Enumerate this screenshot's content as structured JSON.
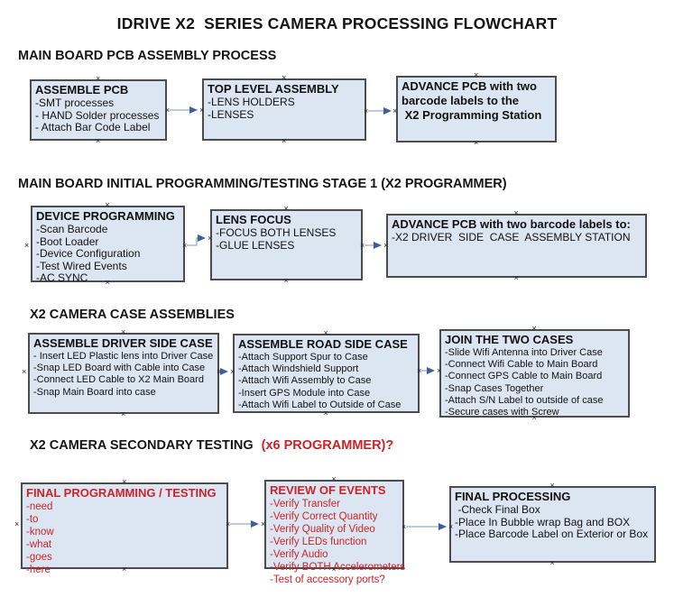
{
  "title": "IDRIVE X2  SERIES CAMERA PROCESSING FLOWCHART",
  "colors": {
    "box_fill": "#dce6f2",
    "box_border": "#4c4c4c",
    "red_text": "#cc2328",
    "arrow_line": "#9aabc8",
    "arrow_head": "#3e5e9e",
    "text": "#151515",
    "background": "#ffffff"
  },
  "sections": {
    "s1": {
      "heading": "MAIN BOARD PCB ASSEMBLY PROCESS"
    },
    "s2": {
      "heading": "MAIN BOARD INITIAL PROGRAMMING/TESTING STAGE 1 (X2 PROGRAMMER)"
    },
    "s3": {
      "heading": "X2 CAMERA CASE ASSEMBLIES"
    },
    "s4": {
      "heading": "X2 CAMERA SECONDARY TESTING",
      "heading_red": "(x6 PROGRAMMER)?"
    }
  },
  "boxes": {
    "b1": {
      "title": "ASSEMBLE PCB",
      "lines": [
        "-SMT processes",
        "- HAND Solder processes",
        "- Attach Bar Code Label"
      ]
    },
    "b2": {
      "title": "TOP LEVEL ASSEMBLY",
      "lines": [
        "-LENS HOLDERS",
        "-LENSES"
      ]
    },
    "b3": {
      "title": "",
      "lines": [
        "ADVANCE PCB with two",
        "barcode labels to the",
        " X2 Programming Station"
      ]
    },
    "b4": {
      "title": "DEVICE PROGRAMMING",
      "lines": [
        "-Scan Barcode",
        "-Boot Loader",
        "-Device Configuration",
        "-Test Wired Events",
        "-AC SYNC"
      ]
    },
    "b5": {
      "title": "LENS FOCUS",
      "lines": [
        "-FOCUS BOTH LENSES",
        "-GLUE LENSES"
      ]
    },
    "b6": {
      "title": "ADVANCE PCB with two barcode labels to:",
      "lines": [
        "-X2 DRIVER  SIDE  CASE  ASSEMBLY STATION"
      ]
    },
    "b7": {
      "title": "ASSEMBLE DRIVER SIDE CASE",
      "lines": [
        "- Insert LED Plastic lens into Driver Case",
        "-Snap LED Board with Cable into Case",
        "-Connect LED Cable to X2 Main Board",
        "-Snap Main Board into case"
      ]
    },
    "b8": {
      "title": "ASSEMBLE ROAD SIDE CASE",
      "lines": [
        "-Attach Support Spur to Case",
        "-Attach Windshield Support",
        "-Attach Wifi Assembly to Case",
        "-Insert GPS Module into Case",
        "-Attach Wifi Label to Outside of Case"
      ]
    },
    "b9": {
      "title": "JOIN THE TWO CASES",
      "lines": [
        "-Slide Wifi Antenna into Driver Case",
        "-Connect Wifi Cable to Main Board",
        "-Connect GPS Cable to Main Board",
        "-Snap Cases Together",
        "-Attach S/N Label to outside of case",
        "-Secure cases with Screw"
      ]
    },
    "b10": {
      "title": "FINAL PROGRAMMING / TESTING",
      "lines": [
        "-need",
        "-to",
        "-know",
        "-what",
        "-goes",
        "-here"
      ]
    },
    "b11": {
      "title": "REVIEW OF EVENTS",
      "lines": [
        "-Verify Transfer",
        "-Verify Correct Quantity",
        "-Verify Quality of Video",
        "-Verify LEDs function",
        "-Verify Audio",
        "-Verify BOTH Accelerometers",
        "-Test of accessory ports?"
      ]
    },
    "b12": {
      "title": "FINAL PROCESSING",
      "lines": [
        " -Check Final Box",
        "-Place In Bubble wrap Bag and BOX",
        "-Place Barcode Label on Exterior or Box"
      ]
    }
  }
}
